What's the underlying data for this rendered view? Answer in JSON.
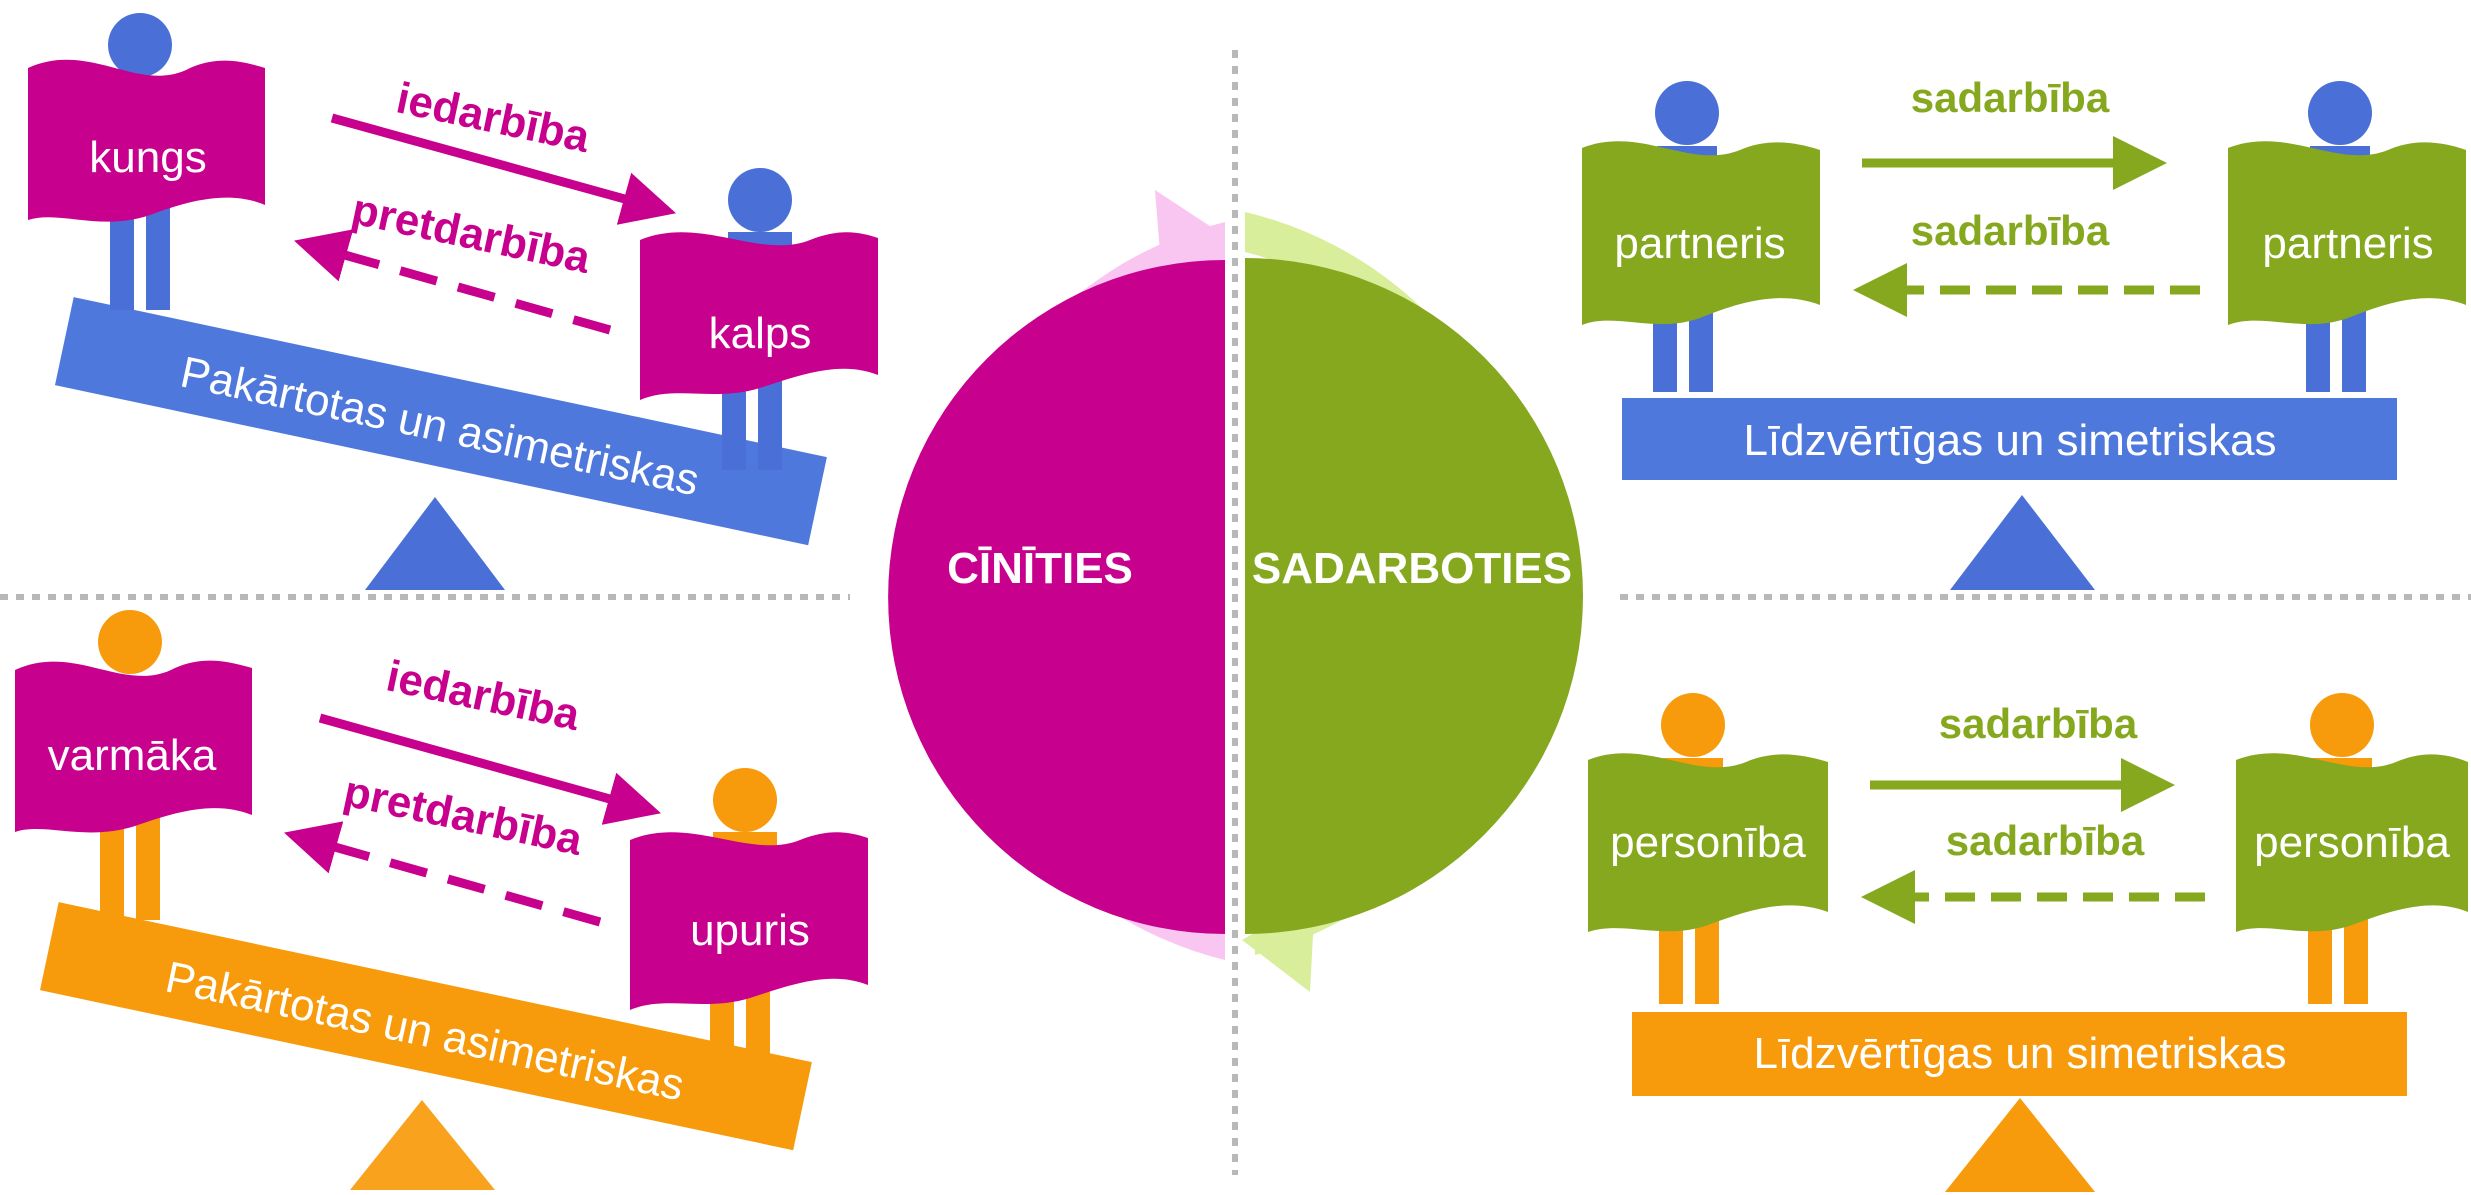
{
  "colors": {
    "magenta": "#c8008e",
    "magenta_light": "#f9c6f1",
    "green": "#86a81e",
    "green_light": "#d9ee9a",
    "blue": "#4a70d8",
    "blue_bar": "#4f78dd",
    "orange": "#f79b0c",
    "divider": "#b8b8b8"
  },
  "center": {
    "left_label": "CĪNĪTIES",
    "right_label": "SADARBOTIES"
  },
  "top_left": {
    "figure_a_label": "kungs",
    "figure_b_label": "kalps",
    "arrow_forward_label": "iedarbība",
    "arrow_back_label": "pretdarbība",
    "plank_label": "Pakārtotas un asimetriskas"
  },
  "bottom_left": {
    "figure_a_label": "varmāka",
    "figure_b_label": "upuris",
    "arrow_forward_label": "iedarbība",
    "arrow_back_label": "pretdarbība",
    "plank_label": "Pakārtotas un asimetriskas"
  },
  "top_right": {
    "figure_a_label": "partneris",
    "figure_b_label": "partneris",
    "arrow_forward_label": "sadarbība",
    "arrow_back_label": "sadarbība",
    "plank_label": "Līdzvērtīgas un simetriskas"
  },
  "bottom_right": {
    "figure_a_label": "personība",
    "figure_b_label": "personība",
    "arrow_forward_label": "sadarbība",
    "arrow_back_label": "sadarbība",
    "plank_label": "Līdzvērtīgas un simetriskas"
  }
}
